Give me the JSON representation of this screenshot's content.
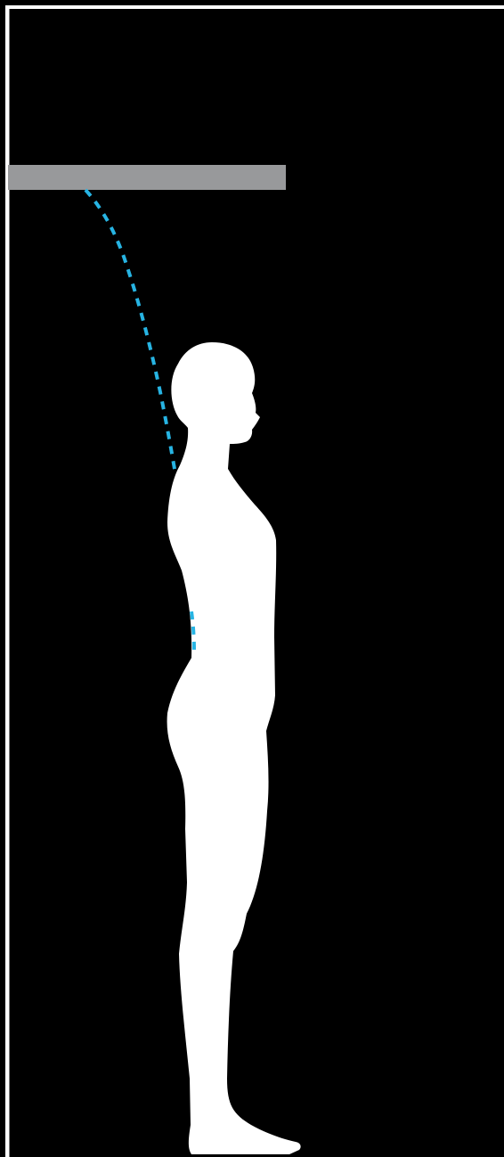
{
  "diagram": {
    "background_color": "#000000",
    "wall_color": "#ffffff",
    "shelf_color": "#98999b",
    "figure_color": "#ffffff",
    "guide_line_color": "#27b4e3",
    "icons": [
      "wall-line",
      "overhead-bar",
      "standing-person-silhouette",
      "dashed-guide-curve"
    ]
  }
}
